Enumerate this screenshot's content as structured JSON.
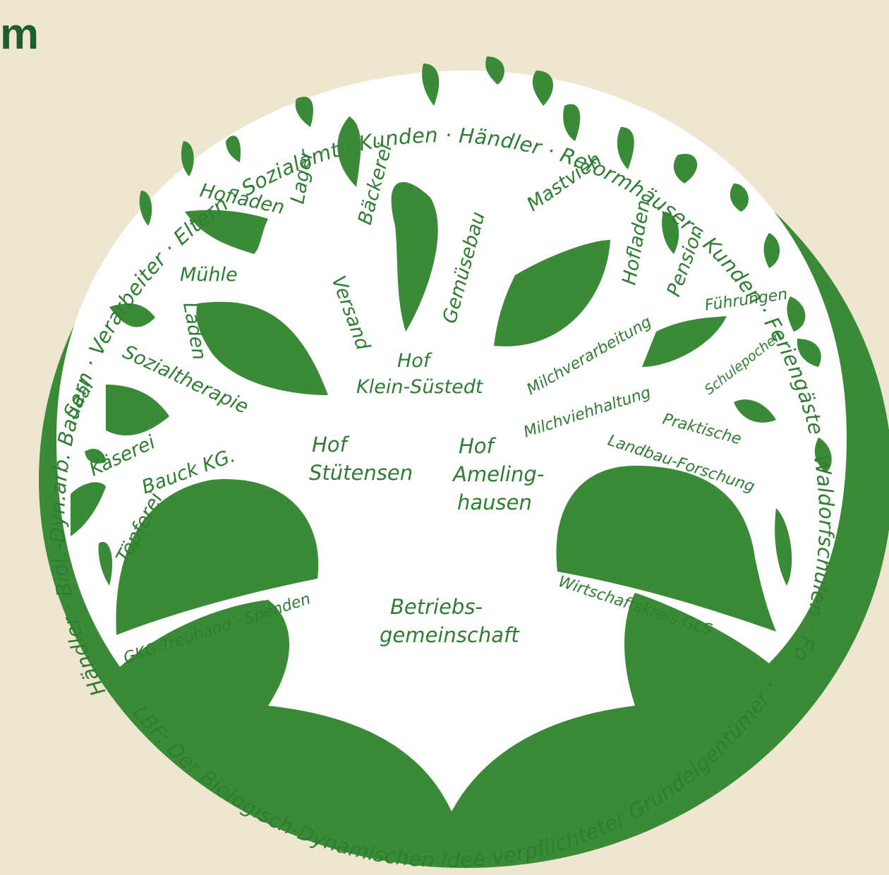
{
  "corner_title": "m",
  "colors": {
    "green": "#3a8a37",
    "dark_green": "#1c5e2c",
    "paper": "#efe6d2",
    "white": "#ffffff"
  },
  "ring": {
    "top_text": "Händler · Biol.-Dyn.arb. Bauern · Verarbeiter · Eltern · Sozialamt · Kunden · Händler · Reformhäuser · Kunden · Feriengäste · Waldorfschulen · Forschung für alle Biol-Dyn.arb. Höfe ·",
    "bottom_text": "LBF: Der Biologisch-Dynamischen Idee verpflichteter Grundeigentümer ·"
  },
  "labels": {
    "hofladen_left": "Hofladen",
    "lager": "Lager",
    "baeckerei": "Bäckerei",
    "gemuesebau": "Gemüsebau",
    "mastvieh": "Mastvieh",
    "hofladen_right": "Hofladen",
    "pension": "Pension",
    "fuehrungen": "Führungen",
    "muehle": "Mühle",
    "laden": "Laden",
    "versand": "Versand",
    "hof_klein_suestedt_1": "Hof",
    "hof_klein_suestedt_2": "Klein-Süstedt",
    "milchverarbeitung": "Milchverarbeitung",
    "schulepochen": "Schulepochen",
    "sozialtherapie": "Sozialtherapie",
    "saal": "Saal",
    "milchviehhaltung": "Milchviehhaltung",
    "praktische_1": "Praktische",
    "praktische_2": "Landbau-Forschung",
    "kaeserei": "Käserei",
    "bauck": "Bauck KG.",
    "hof_stuetensen_1": "Hof",
    "hof_stuetensen_2": "Stütensen",
    "hof_ameling_1": "Hof",
    "hof_ameling_2": "Ameling-",
    "hof_ameling_3": "hausen",
    "toepferei": "Töpferei",
    "gkg": "GKG Treuhand · Spenden",
    "betriebs_1": "Betriebs-",
    "betriebs_2": "gemeinschaft",
    "wirtschaftskreis": "Wirtschaftskreis GLS"
  }
}
